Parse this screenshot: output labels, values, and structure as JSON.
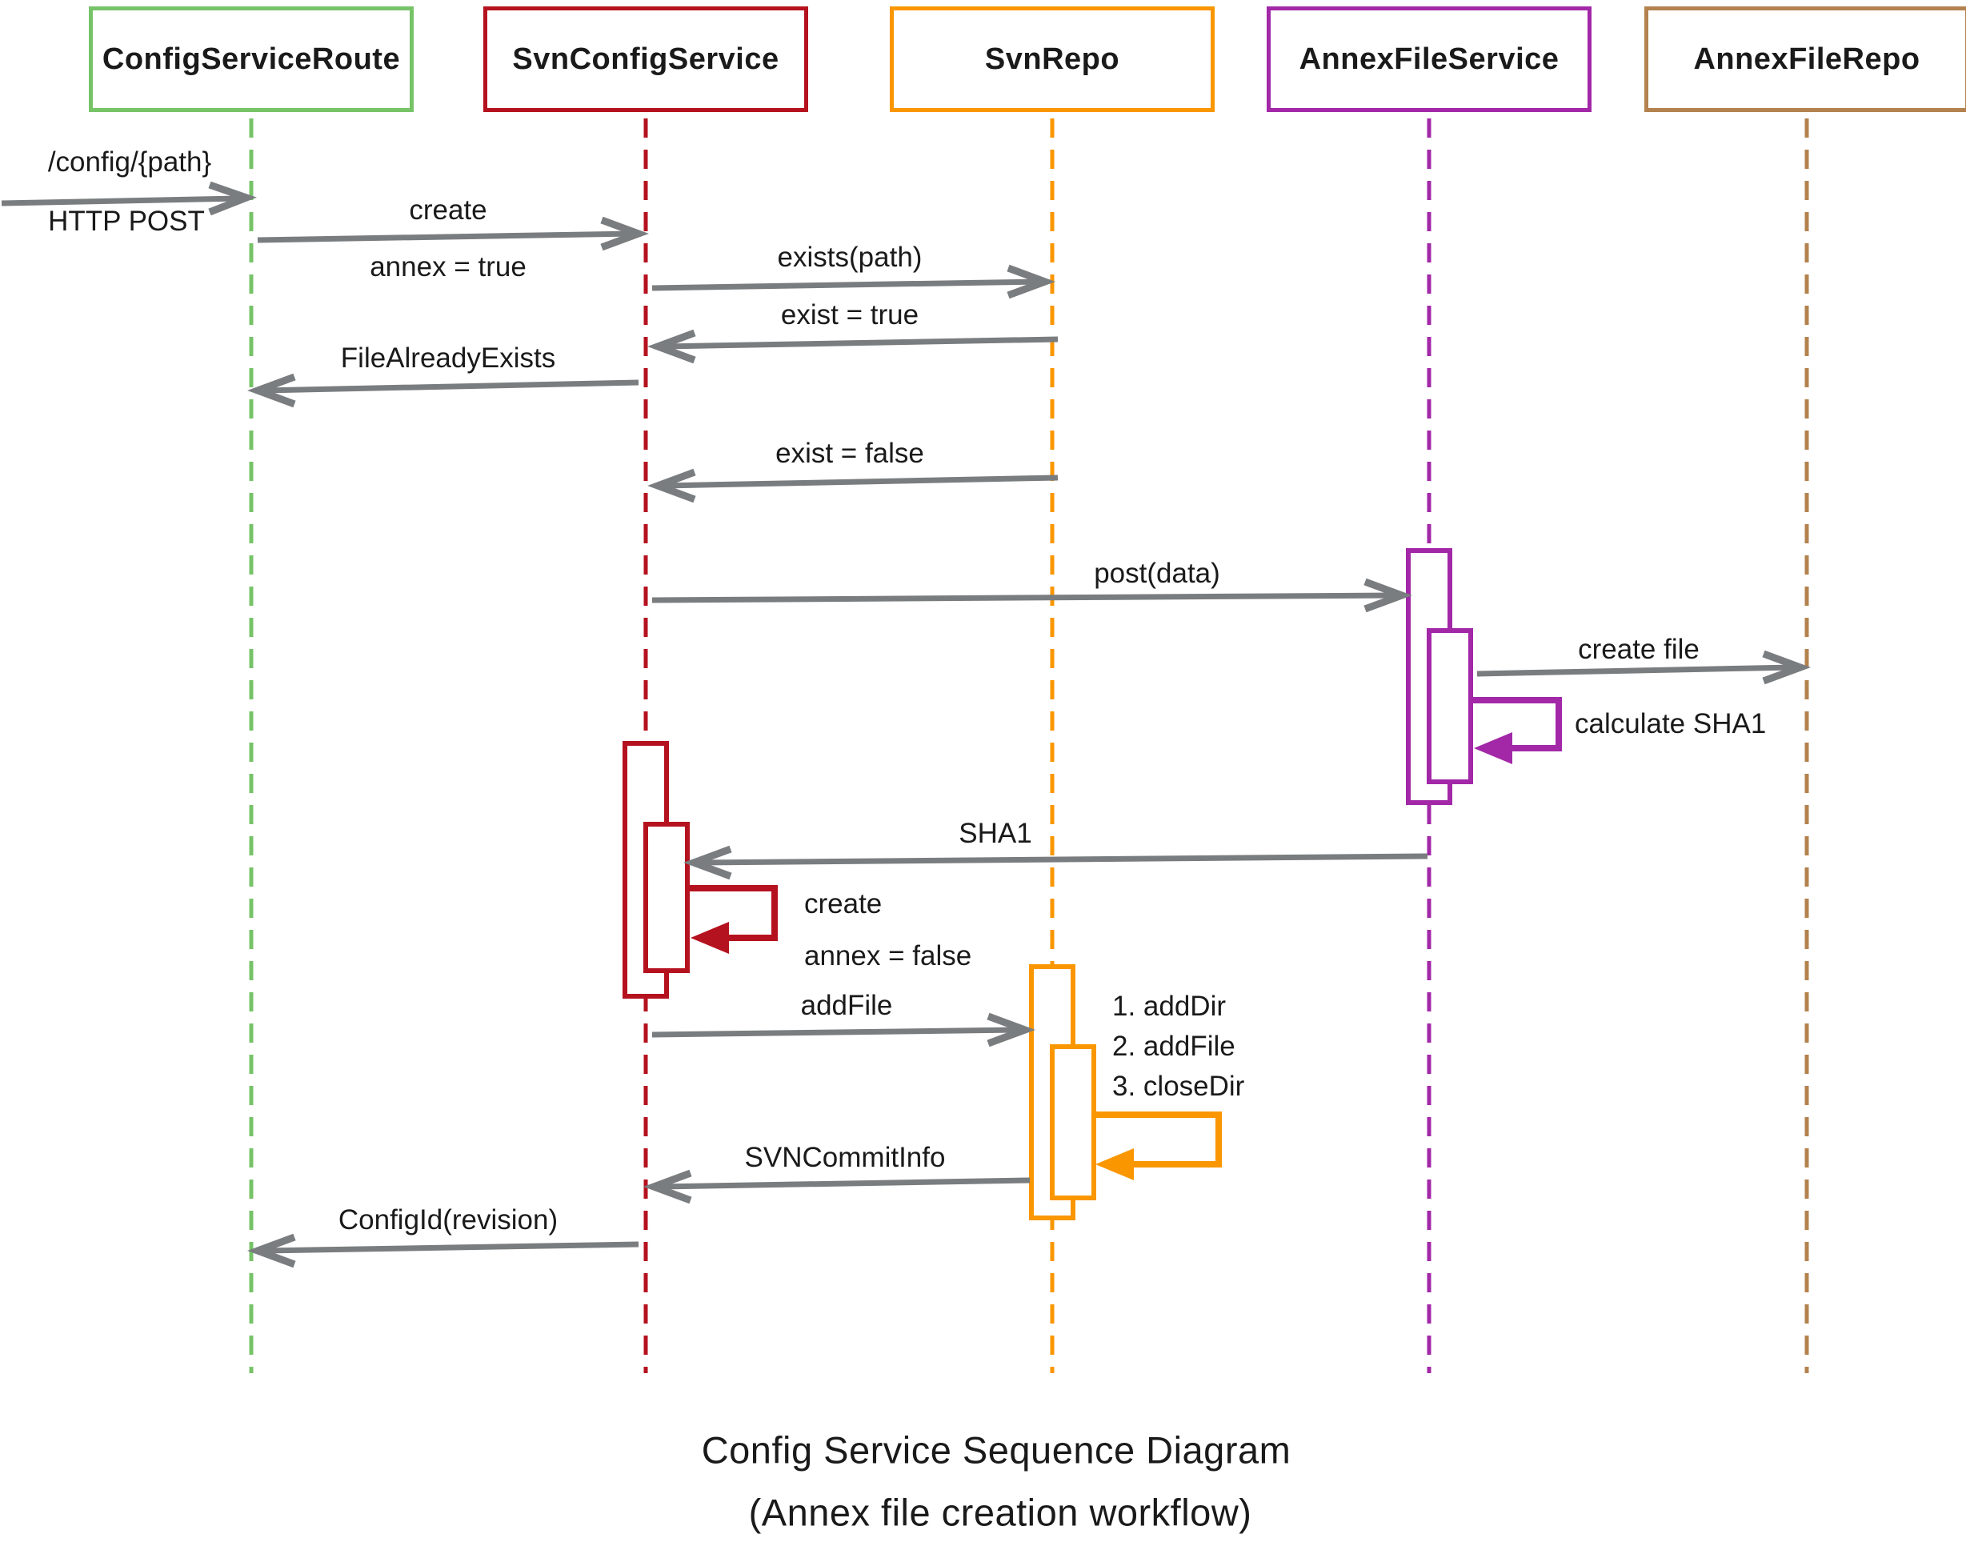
{
  "diagram": {
    "title_line1": "Config Service Sequence Diagram",
    "title_line2": "(Annex file creation workflow)"
  },
  "colors": {
    "config_service_route_green": "#77C368",
    "svn_config_service_red": "#B5121F",
    "svn_repo_orange": "#FA9600",
    "annex_file_service_purple": "#A228A8",
    "annex_file_repo_brown": "#B3824E",
    "arrow_gray": "#7A7D7F",
    "text": "#1A1A1A",
    "background": "#FFFFFF"
  },
  "participants": [
    {
      "name": "ConfigServiceRoute"
    },
    {
      "name": "SvnConfigService"
    },
    {
      "name": "SvnRepo"
    },
    {
      "name": "AnnexFileService"
    },
    {
      "name": "AnnexFileRepo"
    }
  ],
  "messages": {
    "request_path": "/config/{path}",
    "request_method": "HTTP POST",
    "create": "create",
    "create_arg": "annex = true",
    "exists": "exists(path)",
    "exists_true": "exist = true",
    "file_already_exists": "FileAlreadyExists",
    "exists_false": "exist = false",
    "post_data": "post(data)",
    "create_file": "create file",
    "calculate_sha1": "calculate SHA1",
    "sha1": "SHA1",
    "create_self": "create",
    "create_self_arg": "annex = false",
    "add_file": "addFile",
    "svn_steps": [
      "1. addDir",
      "2. addFile",
      "3. closeDir"
    ],
    "svn_commit_info": "SVNCommitInfo",
    "config_id": "ConfigId(revision)"
  }
}
